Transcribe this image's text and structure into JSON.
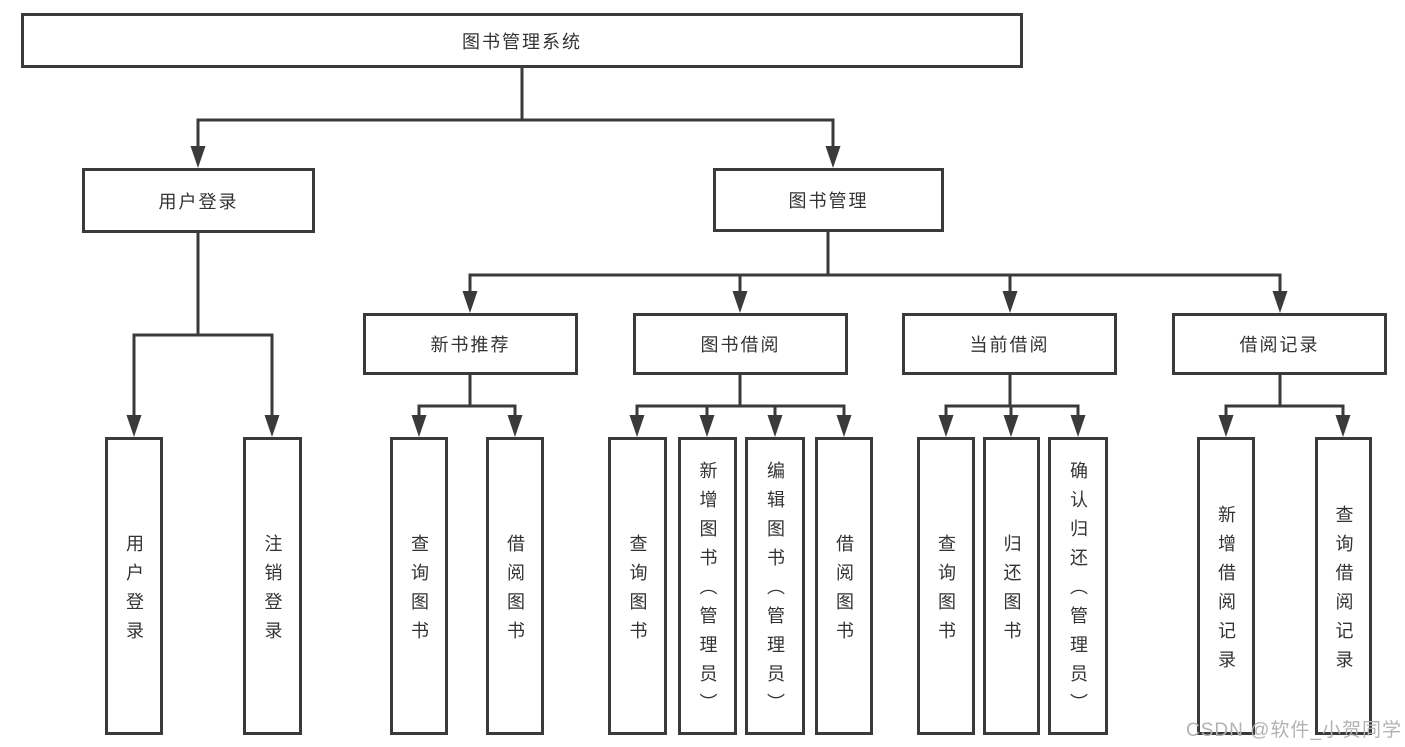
{
  "colors": {
    "line": "#3a3a3a",
    "text": "#333333",
    "background": "#ffffff",
    "watermark_color": "#b3b3b3"
  },
  "watermark": {
    "text": "CSDN @软件_小贺同学"
  },
  "tree": {
    "root": {
      "label": "图书管理系统"
    },
    "branches": [
      {
        "label": "用户登录",
        "children": [
          {
            "label": "用户登录"
          },
          {
            "label": "注销登录"
          }
        ]
      },
      {
        "label": "图书管理",
        "sections": [
          {
            "label": "新书推荐",
            "children": [
              {
                "label": "查询图书"
              },
              {
                "label": "借阅图书"
              }
            ]
          },
          {
            "label": "图书借阅",
            "children": [
              {
                "label": "查询图书"
              },
              {
                "label": "新增图书（管理员）"
              },
              {
                "label": "编辑图书（管理员）"
              },
              {
                "label": "借阅图书"
              }
            ]
          },
          {
            "label": "当前借阅",
            "children": [
              {
                "label": "查询图书"
              },
              {
                "label": "归还图书"
              },
              {
                "label": "确认归还（管理员）"
              }
            ]
          },
          {
            "label": "借阅记录",
            "children": [
              {
                "label": "新增借阅记录"
              },
              {
                "label": "查询借阅记录"
              }
            ]
          }
        ]
      }
    ]
  }
}
